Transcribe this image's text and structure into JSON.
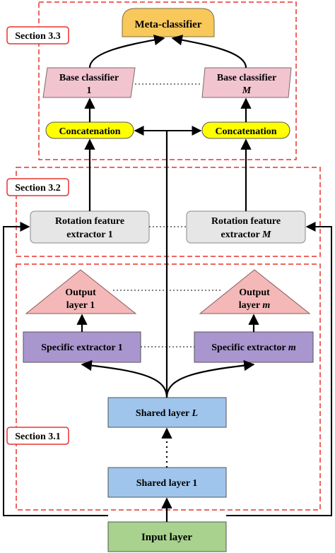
{
  "sections": {
    "s33": "Section 3.3",
    "s32": "Section 3.2",
    "s31": "Section 3.1"
  },
  "nodes": {
    "meta": "Meta-classifier",
    "base1_line1": "Base classifier",
    "base1_line2": "1",
    "baseM_line1": "Base classifier",
    "baseM_line2": "M",
    "concat1": "Concatenation",
    "concat2": "Concatenation",
    "rot1_line1": "Rotation feature",
    "rot1_line2": "extractor 1",
    "rotM_line1": "Rotation feature",
    "rotM_line2_prefix": "extractor ",
    "rotM_line2_var": "M",
    "out1_line1": "Output",
    "out1_line2": "layer 1",
    "outm_line1": "Output",
    "outm_line2_prefix": "layer ",
    "outm_line2_var": "m",
    "spec1": "Specific extractor 1",
    "specm_prefix": "Specific extractor ",
    "specm_var": "m",
    "sharedL_prefix": "Shared layer ",
    "sharedL_var": "L",
    "shared1": "Shared layer 1",
    "input": "Input layer"
  },
  "colors": {
    "section_border": "#e8322e",
    "meta_fill": "#f9c85b",
    "base_fill": "#f2c4d0",
    "concat_fill": "#ffff00",
    "rotation_fill": "#e6e6e6",
    "output_fill": "#f4b8b8",
    "specific_fill": "#a996cf",
    "shared_fill": "#9fc5ec",
    "input_fill": "#a8d28e"
  }
}
